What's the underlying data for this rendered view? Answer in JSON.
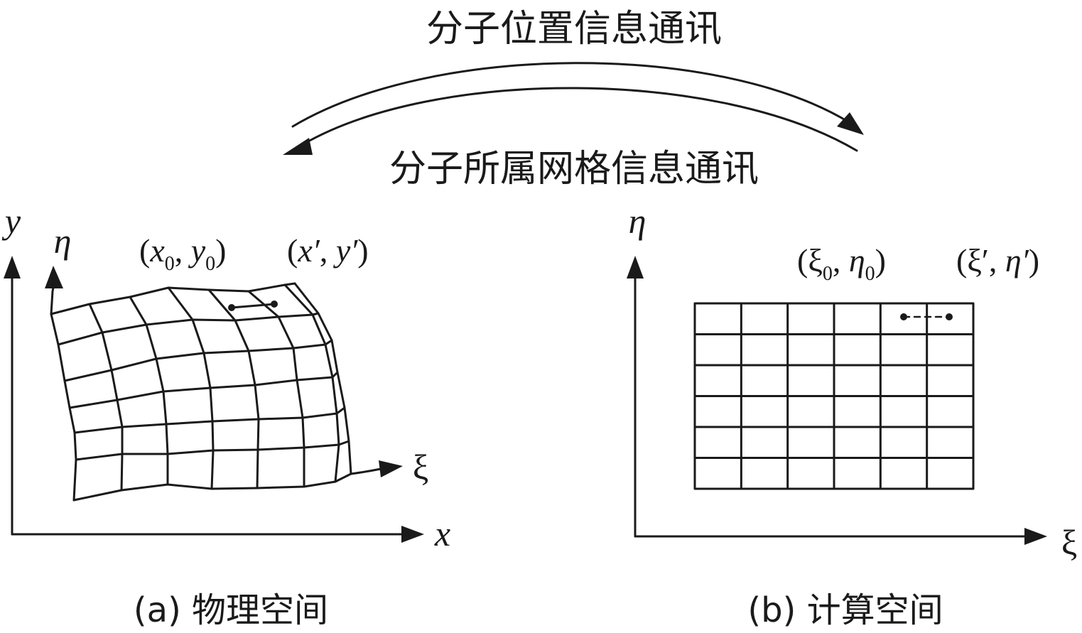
{
  "top": {
    "upper_label": "分子位置信息通讯",
    "lower_label": "分子所属网格信息通讯"
  },
  "panel_a": {
    "axis_y": "y",
    "axis_x": "x",
    "curve_eta": "η",
    "curve_xi": "ξ",
    "point_0_open": "(",
    "point_0_x": "x",
    "point_0_x_sub": "0",
    "point_0_sep": ", ",
    "point_0_y": "y",
    "point_0_y_sub": "0",
    "point_0_close": ")",
    "point_p_open": "(",
    "point_p_x": "x′",
    "point_p_sep": ", ",
    "point_p_y": "y′",
    "point_p_close": ")",
    "caption": "(a) 物理空间"
  },
  "panel_b": {
    "axis_eta": "η",
    "axis_xi": "ξ",
    "point_0_open": "(",
    "point_0_xi": "ξ",
    "point_0_xi_sub": "0",
    "point_0_sep": ", ",
    "point_0_eta": "η",
    "point_0_eta_sub": "0",
    "point_0_close": ")",
    "point_p_open": "(",
    "point_p_xi": "ξ′",
    "point_p_sep": ", ",
    "point_p_eta": "η′",
    "point_p_close": ")",
    "caption": "(b) 计算空间",
    "grid_columns": 6,
    "grid_rows": 6
  },
  "colors": {
    "line": "#1a1a1a",
    "background": "#ffffff"
  }
}
